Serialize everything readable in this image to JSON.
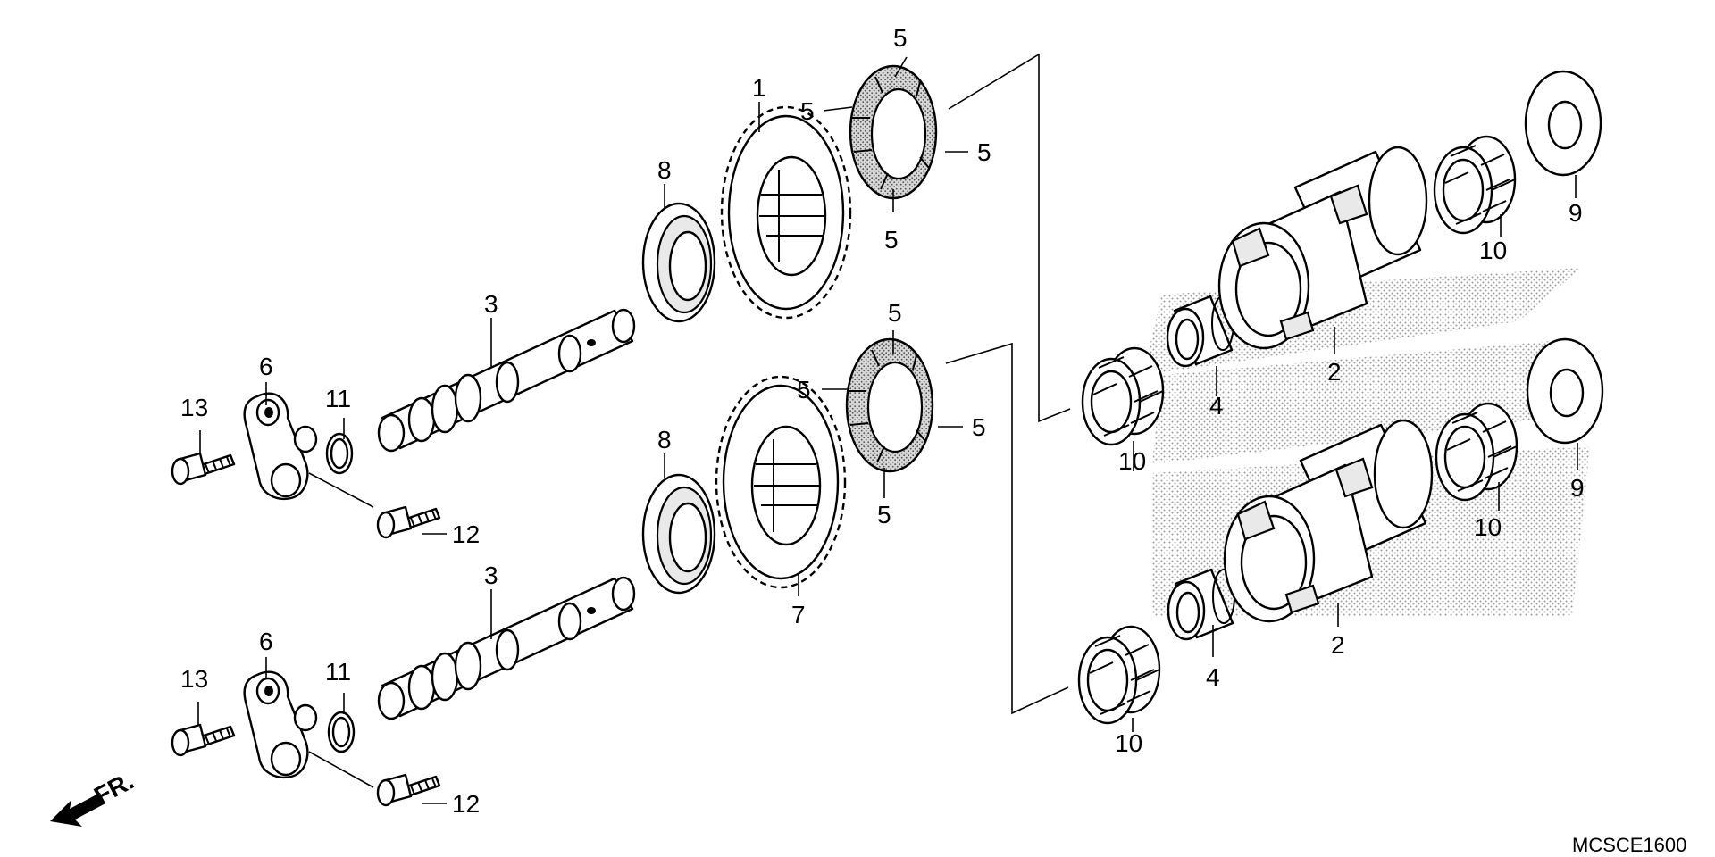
{
  "diagram": {
    "code": "MCSCE1600",
    "front_label": "FR.",
    "callouts": [
      {
        "id": "c1",
        "num": "1"
      },
      {
        "id": "c2a",
        "num": "2"
      },
      {
        "id": "c2b",
        "num": "2"
      },
      {
        "id": "c3a",
        "num": "3"
      },
      {
        "id": "c3b",
        "num": "3"
      },
      {
        "id": "c4a",
        "num": "4"
      },
      {
        "id": "c4b",
        "num": "4"
      },
      {
        "id": "c5a",
        "num": "5"
      },
      {
        "id": "c5b",
        "num": "5"
      },
      {
        "id": "c5c",
        "num": "5"
      },
      {
        "id": "c5d",
        "num": "5"
      },
      {
        "id": "c5e",
        "num": "5"
      },
      {
        "id": "c5f",
        "num": "5"
      },
      {
        "id": "c5g",
        "num": "5"
      },
      {
        "id": "c5h",
        "num": "5"
      },
      {
        "id": "c6a",
        "num": "6"
      },
      {
        "id": "c6b",
        "num": "6"
      },
      {
        "id": "c7",
        "num": "7"
      },
      {
        "id": "c8a",
        "num": "8"
      },
      {
        "id": "c8b",
        "num": "8"
      },
      {
        "id": "c9a",
        "num": "9"
      },
      {
        "id": "c9b",
        "num": "9"
      },
      {
        "id": "c10a",
        "num": "10"
      },
      {
        "id": "c10b",
        "num": "10"
      },
      {
        "id": "c10c",
        "num": "10"
      },
      {
        "id": "c10d",
        "num": "10"
      },
      {
        "id": "c11a",
        "num": "11"
      },
      {
        "id": "c11b",
        "num": "11"
      },
      {
        "id": "c12a",
        "num": "12"
      },
      {
        "id": "c12b",
        "num": "12"
      },
      {
        "id": "c13a",
        "num": "13"
      },
      {
        "id": "c13b",
        "num": "13"
      }
    ]
  }
}
